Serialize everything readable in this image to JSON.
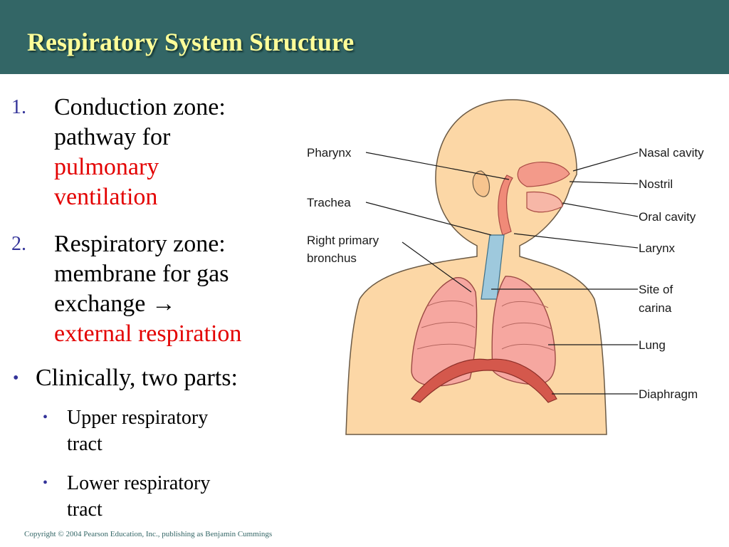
{
  "slide": {
    "title": "Respiratory System Structure",
    "items": [
      {
        "number": "1.",
        "text_lines": [
          "Conduction zone:",
          "pathway for"
        ],
        "highlight_lines": [
          "pulmonary",
          "ventilation"
        ]
      },
      {
        "number": "2.",
        "text_lines": [
          "Respiratory zone:",
          "membrane for gas",
          "exchange"
        ],
        "arrow": "→",
        "highlight_lines": [
          "external respiration"
        ]
      }
    ],
    "bullet": {
      "text": "Clinically, two parts:"
    },
    "sub_bullets": [
      {
        "lines": [
          "Upper respiratory",
          "tract"
        ]
      },
      {
        "lines": [
          "Lower respiratory",
          "tract"
        ]
      }
    ],
    "copyright": "Copyright © 2004 Pearson Education, Inc., publishing as Benjamin Cummings"
  },
  "diagram": {
    "labels_left": [
      "Pharynx",
      "Trachea",
      "Right primary",
      "bronchus"
    ],
    "labels_right": [
      "Nasal cavity",
      "Nostril",
      "Oral cavity",
      "Larynx",
      "Site of",
      "carina",
      "Lung",
      "Diaphragm"
    ]
  },
  "colors": {
    "header_bg": "#336666",
    "title": "#ffff99",
    "highlight": "#e30000",
    "number": "#333399"
  }
}
